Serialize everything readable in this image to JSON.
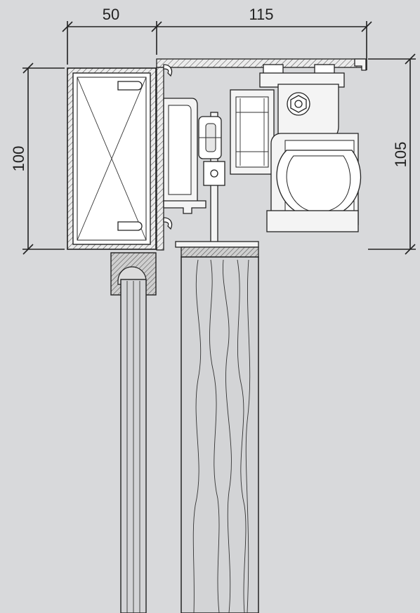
{
  "dimensions": {
    "frame_width": "50",
    "track_width": "115",
    "frame_height": "100",
    "track_height": "105"
  },
  "colors": {
    "background": "#d8d9db",
    "line": "#222222",
    "metal": "#f4f4f4",
    "wood": "#d3d4d6",
    "insulation": "#b8b8b8"
  },
  "icons": {
    "fixed_frame": "timber-frame-section",
    "track": "aluminium-track-profile",
    "carriage": "roller-carriage",
    "door_leaf": "wooden-door-leaf",
    "glass": "glazing-panel"
  }
}
